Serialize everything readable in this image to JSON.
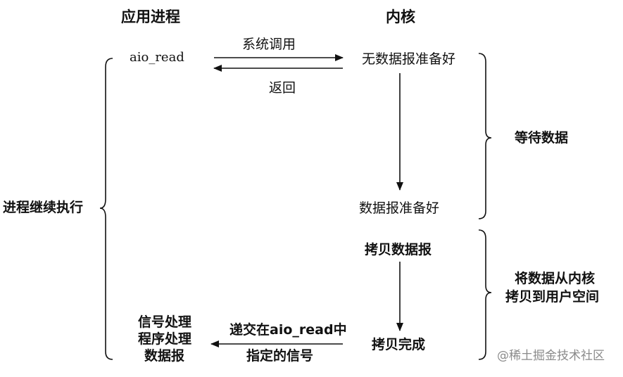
{
  "headers": {
    "app": "应用进程",
    "kernel": "内核"
  },
  "left": {
    "call": "aio_read",
    "continue": "进程继续执行",
    "handle_lines": [
      "信号处理",
      "程序处理",
      "数据报"
    ]
  },
  "arrows": {
    "syscall": "系统调用",
    "return": "返回",
    "deliver_line1": "递交在aio_read中",
    "deliver_line2": "指定的信号"
  },
  "kernel_steps": {
    "not_ready": "无数据报准备好",
    "ready": "数据报准备好",
    "copy": "拷贝数据报",
    "done": "拷贝完成"
  },
  "phases": {
    "wait": "等待数据",
    "copy_line1": "将数据从内核",
    "copy_line2": "拷贝到用户空间"
  },
  "watermark": "@稀土掘金技术社区"
}
